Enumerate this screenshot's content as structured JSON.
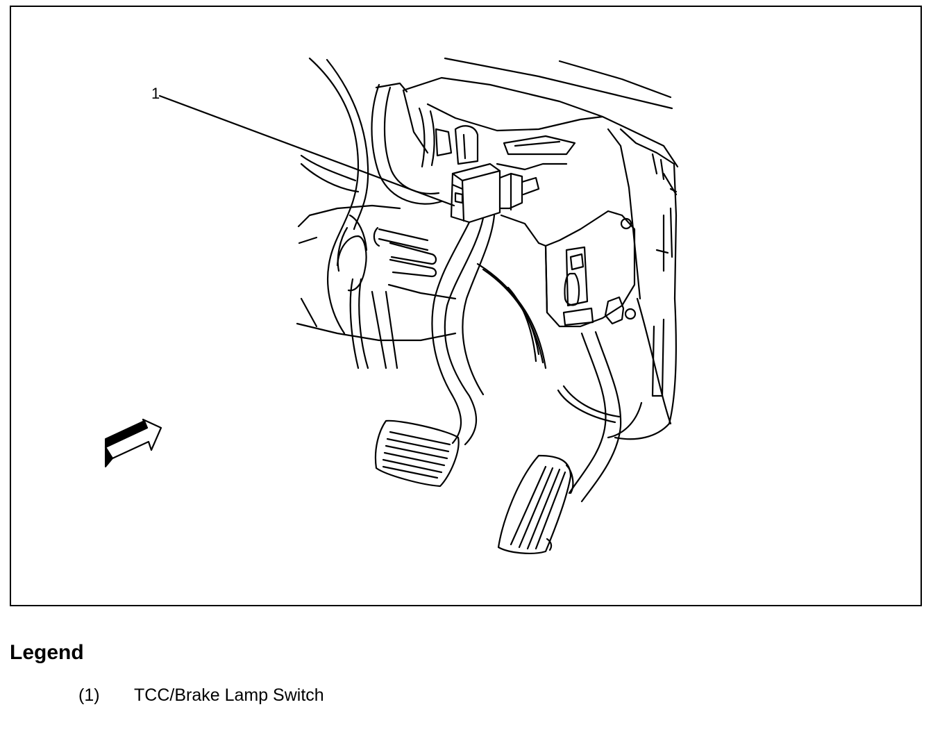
{
  "figure": {
    "callout_number": "1",
    "callout_target": "TCC/Brake Lamp Switch",
    "direction_icon": "view-direction-arrow-icon",
    "line_color": "#000000",
    "background_color": "#ffffff"
  },
  "legend": {
    "title": "Legend",
    "items": [
      {
        "number": "(1)",
        "label": "TCC/Brake Lamp Switch"
      }
    ]
  }
}
